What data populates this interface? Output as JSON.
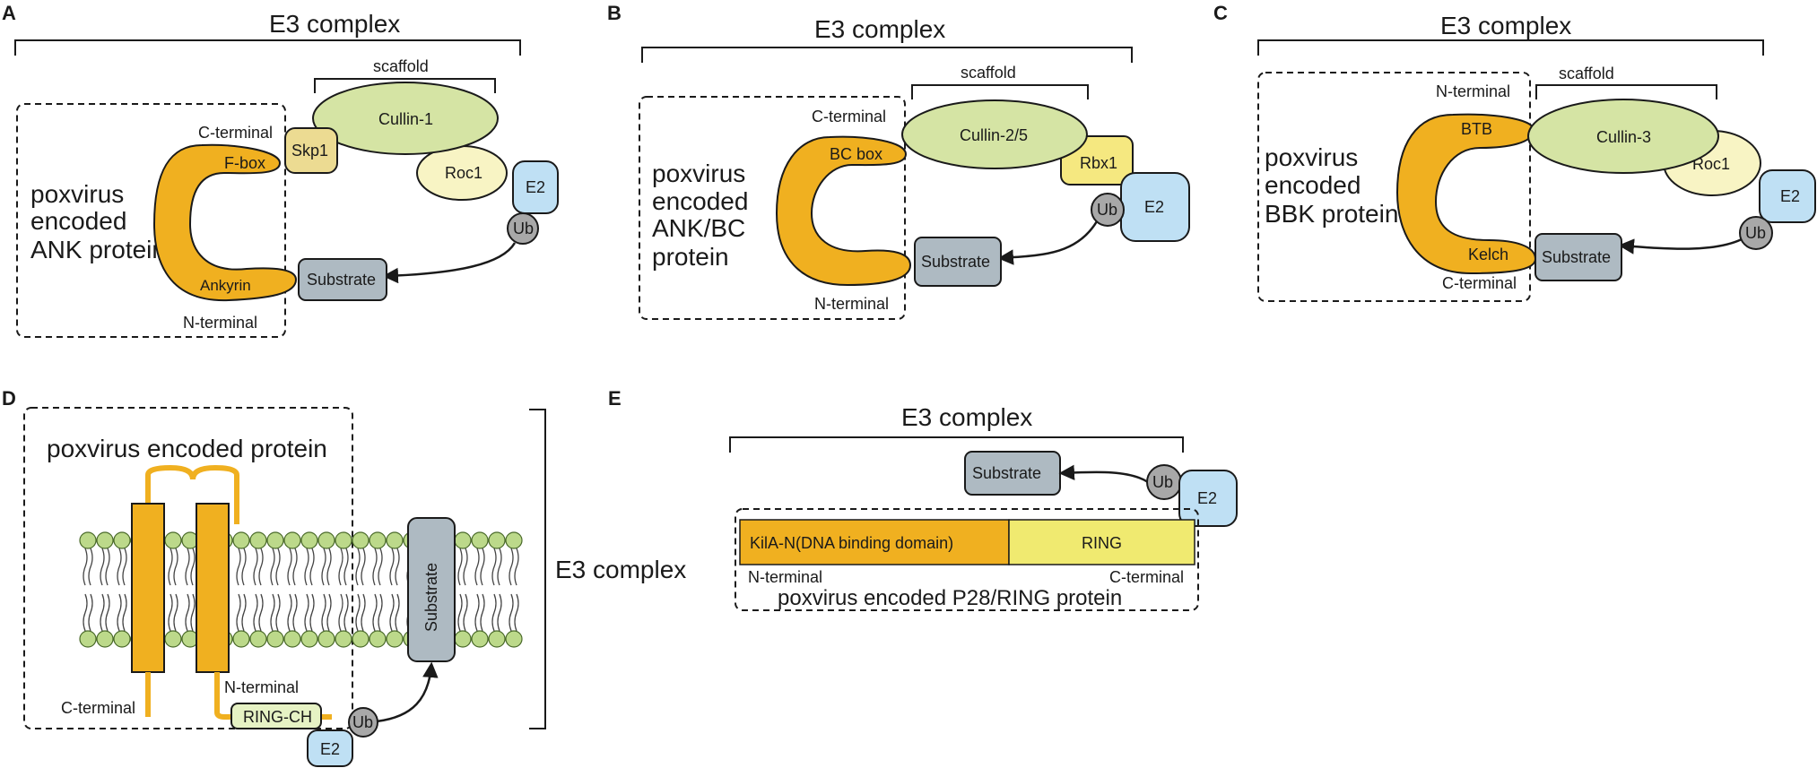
{
  "panels": {
    "A": {
      "letter": "A",
      "complex_label": "E3 complex",
      "scaffold_label": "scaffold",
      "c_terminal": "C-terminal",
      "n_terminal": "N-terminal",
      "fbox": "F-box",
      "ankyrin": "Ankyrin",
      "skp1": "Skp1",
      "cullin": "Cullin-1",
      "roc": "Roc1",
      "e2": "E2",
      "ub": "Ub",
      "substrate": "Substrate",
      "protein_lines": [
        "poxvirus",
        "encoded",
        "ANK protein"
      ]
    },
    "B": {
      "letter": "B",
      "complex_label": "E3 complex",
      "scaffold_label": "scaffold",
      "c_terminal": "C-terminal",
      "n_terminal": "N-terminal",
      "bcbox": "BC box",
      "cullin": "Cullin-2/5",
      "rbx": "Rbx1",
      "e2": "E2",
      "ub": "Ub",
      "substrate": "Substrate",
      "protein_lines": [
        "poxvirus",
        "encoded",
        "ANK/BC",
        "protein"
      ]
    },
    "C": {
      "letter": "C",
      "complex_label": "E3 complex",
      "scaffold_label": "scaffold",
      "n_terminal": "N-terminal",
      "c_terminal": "C-terminal",
      "btb": "BTB",
      "kelch": "Kelch",
      "cullin": "Cullin-3",
      "roc": "Roc1",
      "e2": "E2",
      "ub": "Ub",
      "substrate": "Substrate",
      "protein_lines": [
        "poxvirus",
        "encoded",
        "BBK protein"
      ]
    },
    "D": {
      "letter": "D",
      "title": "poxvirus encoded protein",
      "complex_label": "E3 complex",
      "c_terminal": "C-terminal",
      "n_terminal": "N-terminal",
      "ringch": "RING-CH",
      "e2": "E2",
      "ub": "Ub",
      "substrate": "Substrate"
    },
    "E": {
      "letter": "E",
      "complex_label": "E3 complex",
      "substrate": "Substrate",
      "ub": "Ub",
      "e2": "E2",
      "kila": "KilA-N(DNA binding domain)",
      "ring": "RING",
      "n_terminal": "N-terminal",
      "c_terminal": "C-terminal",
      "protein": "poxvirus encoded P28/RING protein"
    }
  }
}
